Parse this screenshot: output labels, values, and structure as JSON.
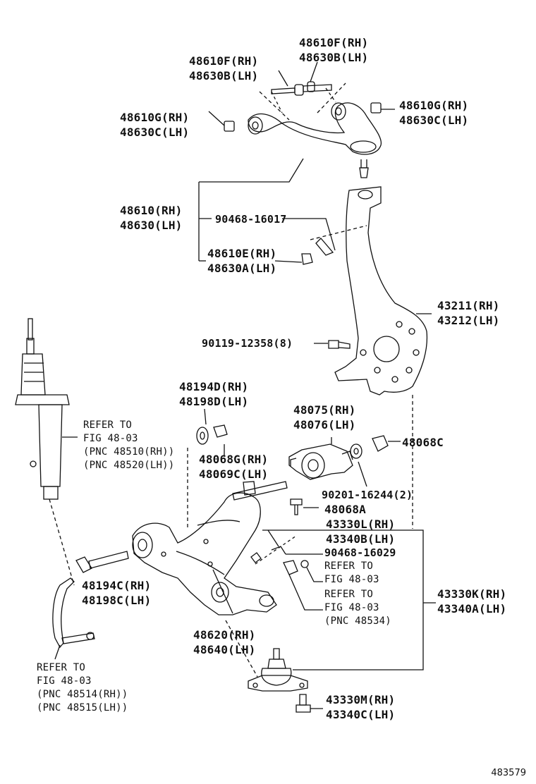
{
  "callouts": {
    "upper_arm_bolt_right": [
      "48610F(RH)",
      "48630B(LH)"
    ],
    "upper_arm_bolt_left": [
      "48610F(RH)",
      "48630B(LH)"
    ],
    "upper_bushing_left": [
      "48610G(RH)",
      "48630C(LH)"
    ],
    "upper_bushing_right": [
      "48610G(RH)",
      "48630C(LH)"
    ],
    "upper_arm": [
      "48610(RH)",
      "48630(LH)"
    ],
    "upper_arm_bolt_small": "90468-16017",
    "upper_arm_nut": [
      "48610E(RH)",
      "48630A(LH)"
    ],
    "knuckle": [
      "43211(RH)",
      "43212(LH)"
    ],
    "knuckle_bolt": "90119-12358(8)",
    "stopper_small": [
      "48194D(RH)",
      "48198D(LH)"
    ],
    "strut_bracket": [
      "48075(RH)",
      "48076(LH)"
    ],
    "bushing_small": "48068C",
    "washer_rh": [
      "48068G(RH)",
      "48069C(LH)"
    ],
    "washer_nut": "90201-16244(2)",
    "bolt_48068a": "48068A",
    "ball_joint_l": [
      "43330L(RH)",
      "43340B(LH)"
    ],
    "clip": "90468-16029",
    "lower_arm_bolt": [
      "48194C(RH)",
      "48198C(LH)"
    ],
    "lower_arm": [
      "48620(RH)",
      "48640(LH)"
    ],
    "ball_joint_k": [
      "43330K(RH)",
      "43340A(LH)"
    ],
    "ball_joint_bolt": [
      "43330M(RH)",
      "43340C(LH)"
    ]
  },
  "refs": {
    "shock": [
      "REFER TO",
      "FIG 48-03",
      "(PNC 48510(RH))",
      "(PNC 48520(LH))"
    ],
    "clip_ref1": [
      "REFER TO",
      "FIG 48-03"
    ],
    "clip_ref2": [
      "REFER TO",
      "FIG 48-03",
      "(PNC 48534)"
    ],
    "stab_link": [
      "REFER TO",
      "FIG 48-03",
      "(PNC 48514(RH))",
      "(PNC 48515(LH))"
    ]
  },
  "figure_number": "483579"
}
